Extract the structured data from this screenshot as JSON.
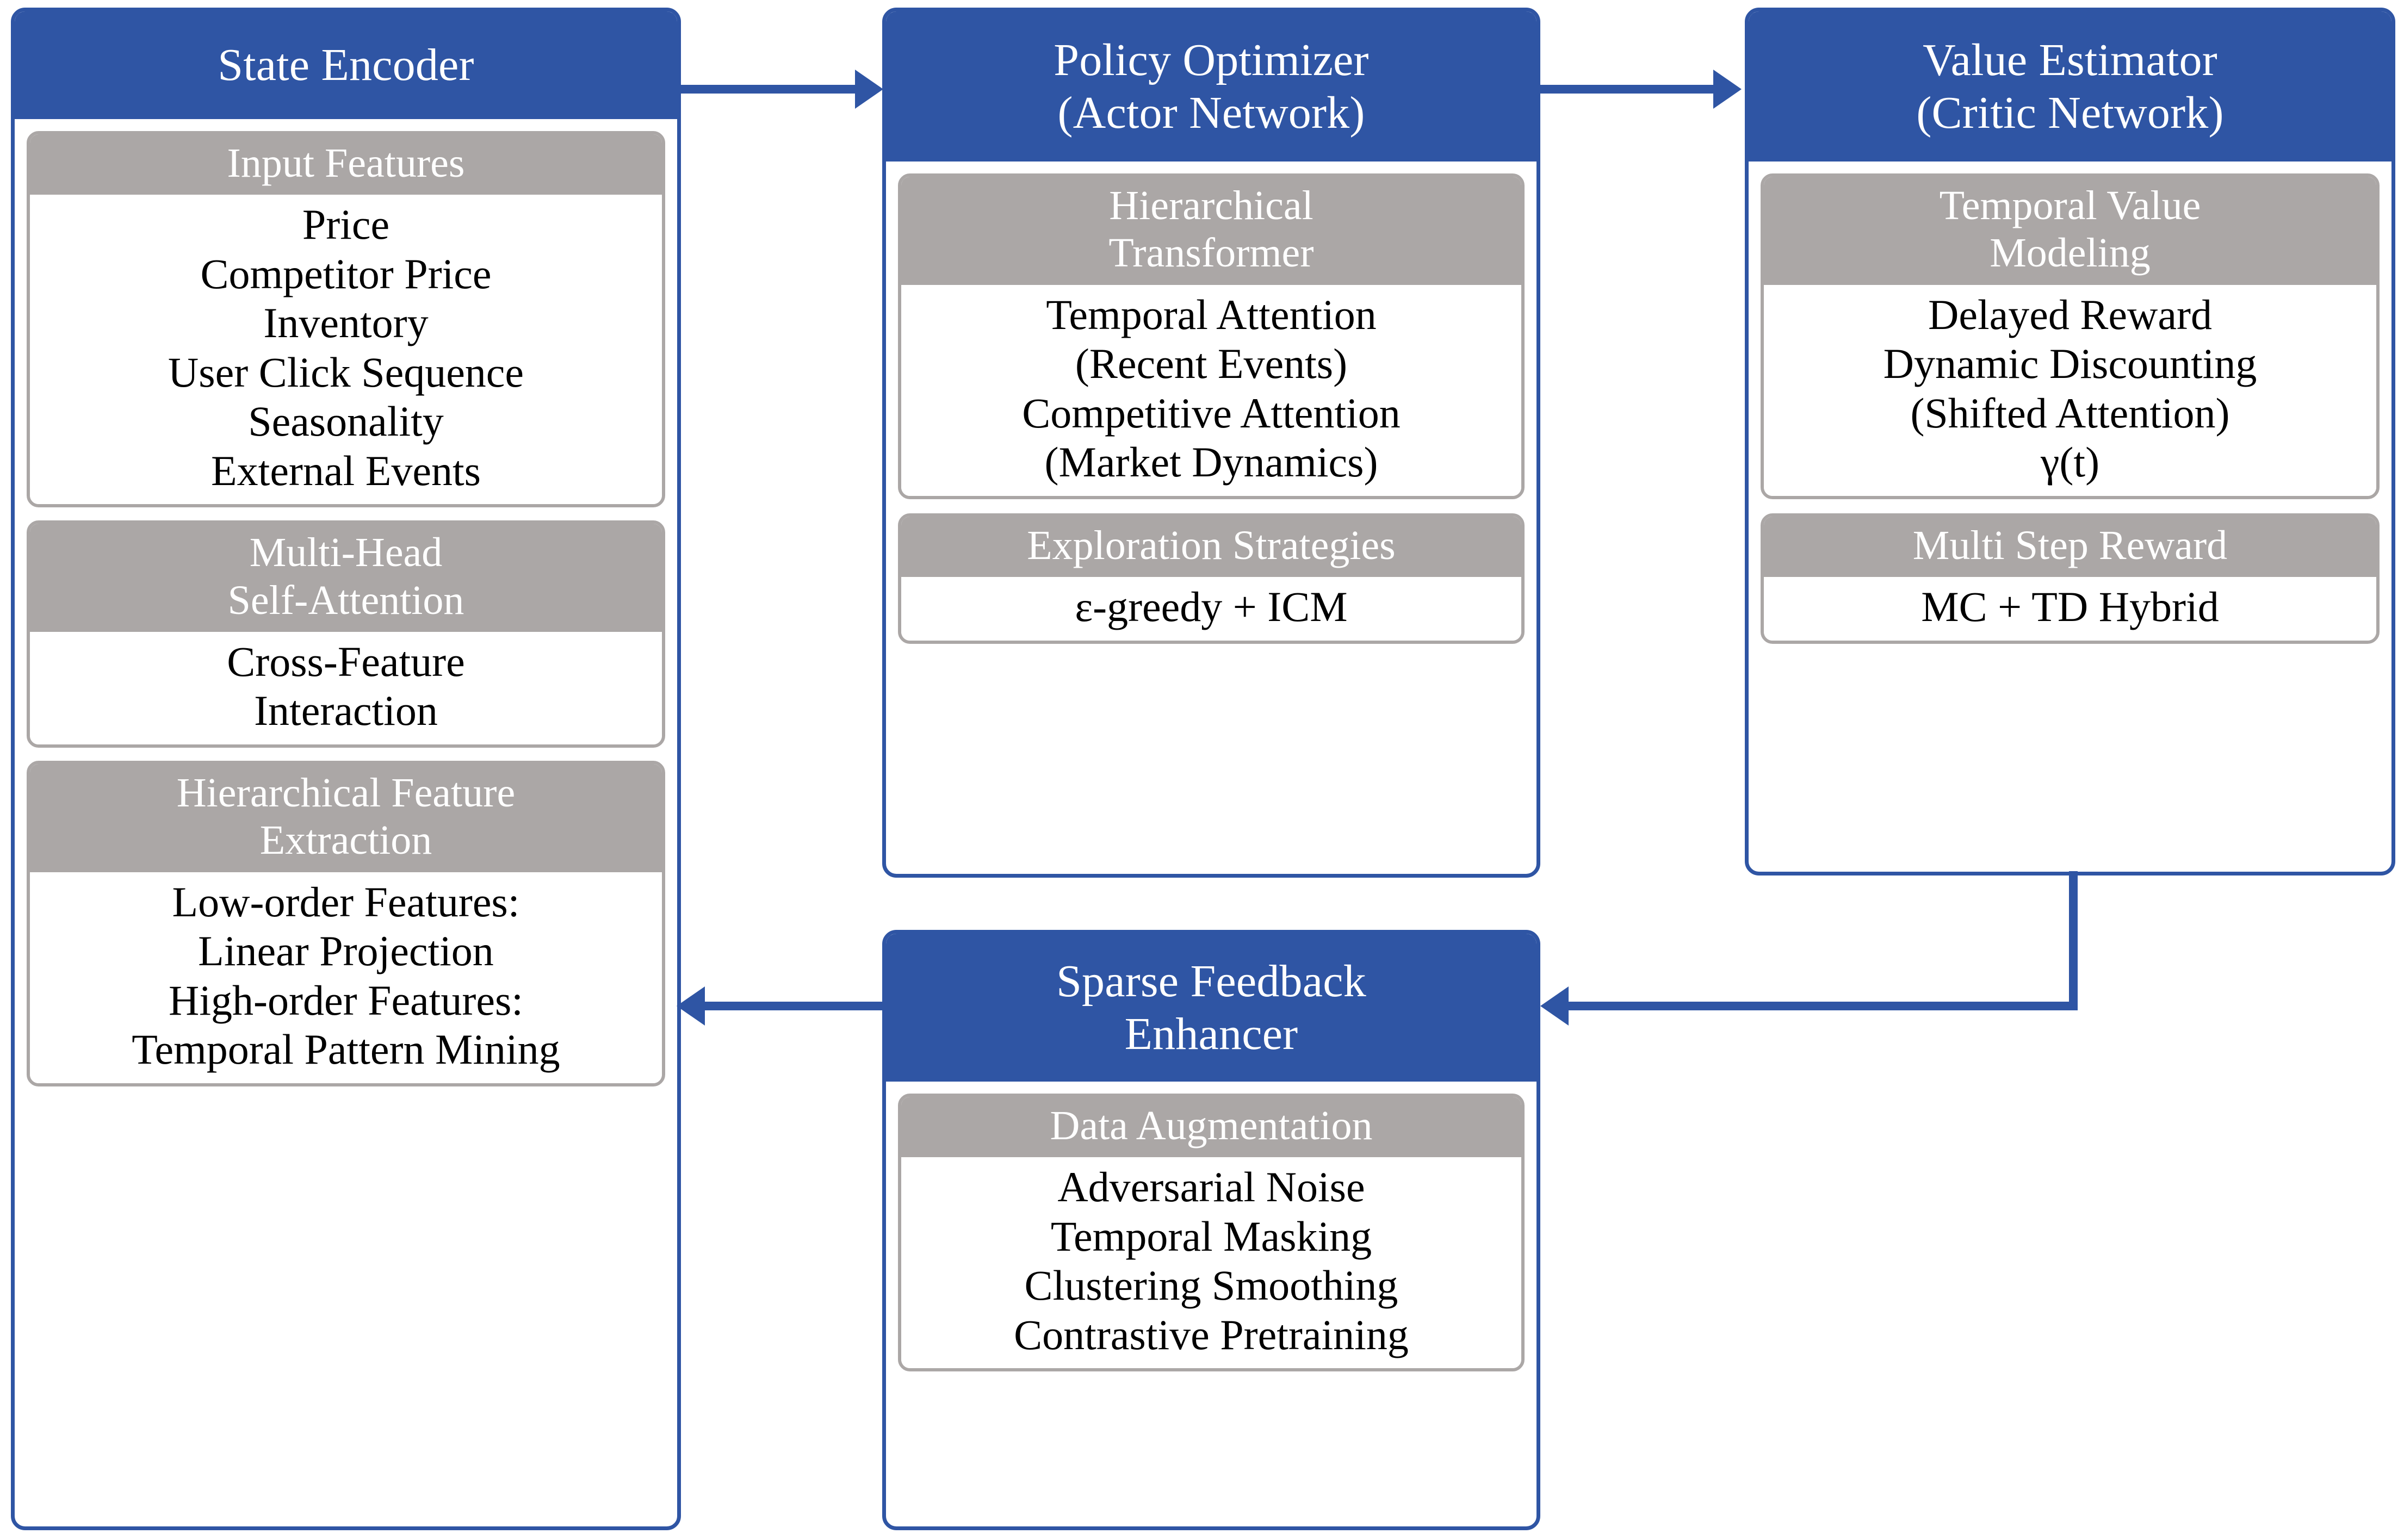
{
  "diagram": {
    "title_hidden": "",
    "colors": {
      "panel_header": "#2F55A4",
      "panel_border": "#2F55A4",
      "card_header": "#ABA7A6",
      "card_border": "#ABA7A6",
      "arrow": "#2F55A4",
      "body_text": "#000000",
      "header_text": "#FFFFFF"
    }
  },
  "state_encoder": {
    "title_line1": "State Encoder",
    "cards": [
      {
        "head_line1": "Input Features",
        "body_lines": [
          "Price",
          "Competitor Price",
          "Inventory",
          "User Click Sequence",
          "Seasonality",
          "External Events"
        ]
      },
      {
        "head_line1": "Multi-Head",
        "head_line2": "Self-Attention",
        "body_lines": [
          "Cross-Feature",
          "Interaction"
        ]
      },
      {
        "head_line1": "Hierarchical Feature",
        "head_line2": "Extraction",
        "body_lines": [
          "Low-order Features:",
          "Linear Projection",
          "High-order Features:",
          "Temporal Pattern Mining"
        ]
      }
    ]
  },
  "policy_optimizer": {
    "title_line1": "Policy Optimizer",
    "title_line2": "(Actor Network)",
    "cards": [
      {
        "head_line1": "Hierarchical",
        "head_line2": "Transformer",
        "body_lines": [
          "Temporal Attention",
          "(Recent Events)",
          "Competitive Attention",
          "(Market Dynamics)"
        ]
      },
      {
        "head_line1": "Exploration Strategies",
        "body_lines": [
          "ε-greedy + ICM"
        ]
      }
    ]
  },
  "value_estimator": {
    "title_line1": "Value Estimator",
    "title_line2": "(Critic Network)",
    "cards": [
      {
        "head_line1": "Temporal Value",
        "head_line2": "Modeling",
        "body_lines": [
          "Delayed Reward",
          "Dynamic Discounting",
          "(Shifted Attention)",
          "γ(t)"
        ]
      },
      {
        "head_line1": "Multi Step Reward",
        "body_lines": [
          "MC + TD Hybrid"
        ]
      }
    ]
  },
  "sparse_feedback": {
    "title_line1": "Sparse Feedback",
    "title_line2": "Enhancer",
    "cards": [
      {
        "head_line1": "Data Augmentation",
        "body_lines": [
          "Adversarial Noise",
          "Temporal Masking",
          "Clustering Smoothing",
          "Contrastive Pretraining"
        ]
      }
    ]
  },
  "connections": [
    {
      "name": "state-encoder-to-policy-optimizer",
      "from": "State Encoder",
      "to": "Policy Optimizer",
      "direction": "right"
    },
    {
      "name": "policy-optimizer-to-value-estimator",
      "from": "Policy Optimizer",
      "to": "Value Estimator",
      "direction": "right"
    },
    {
      "name": "value-estimator-to-sparse-feedback",
      "from": "Value Estimator",
      "to": "Sparse Feedback Enhancer",
      "direction": "left"
    },
    {
      "name": "sparse-feedback-to-state-encoder",
      "from": "Sparse Feedback Enhancer",
      "to": "State Encoder",
      "direction": "left"
    }
  ]
}
